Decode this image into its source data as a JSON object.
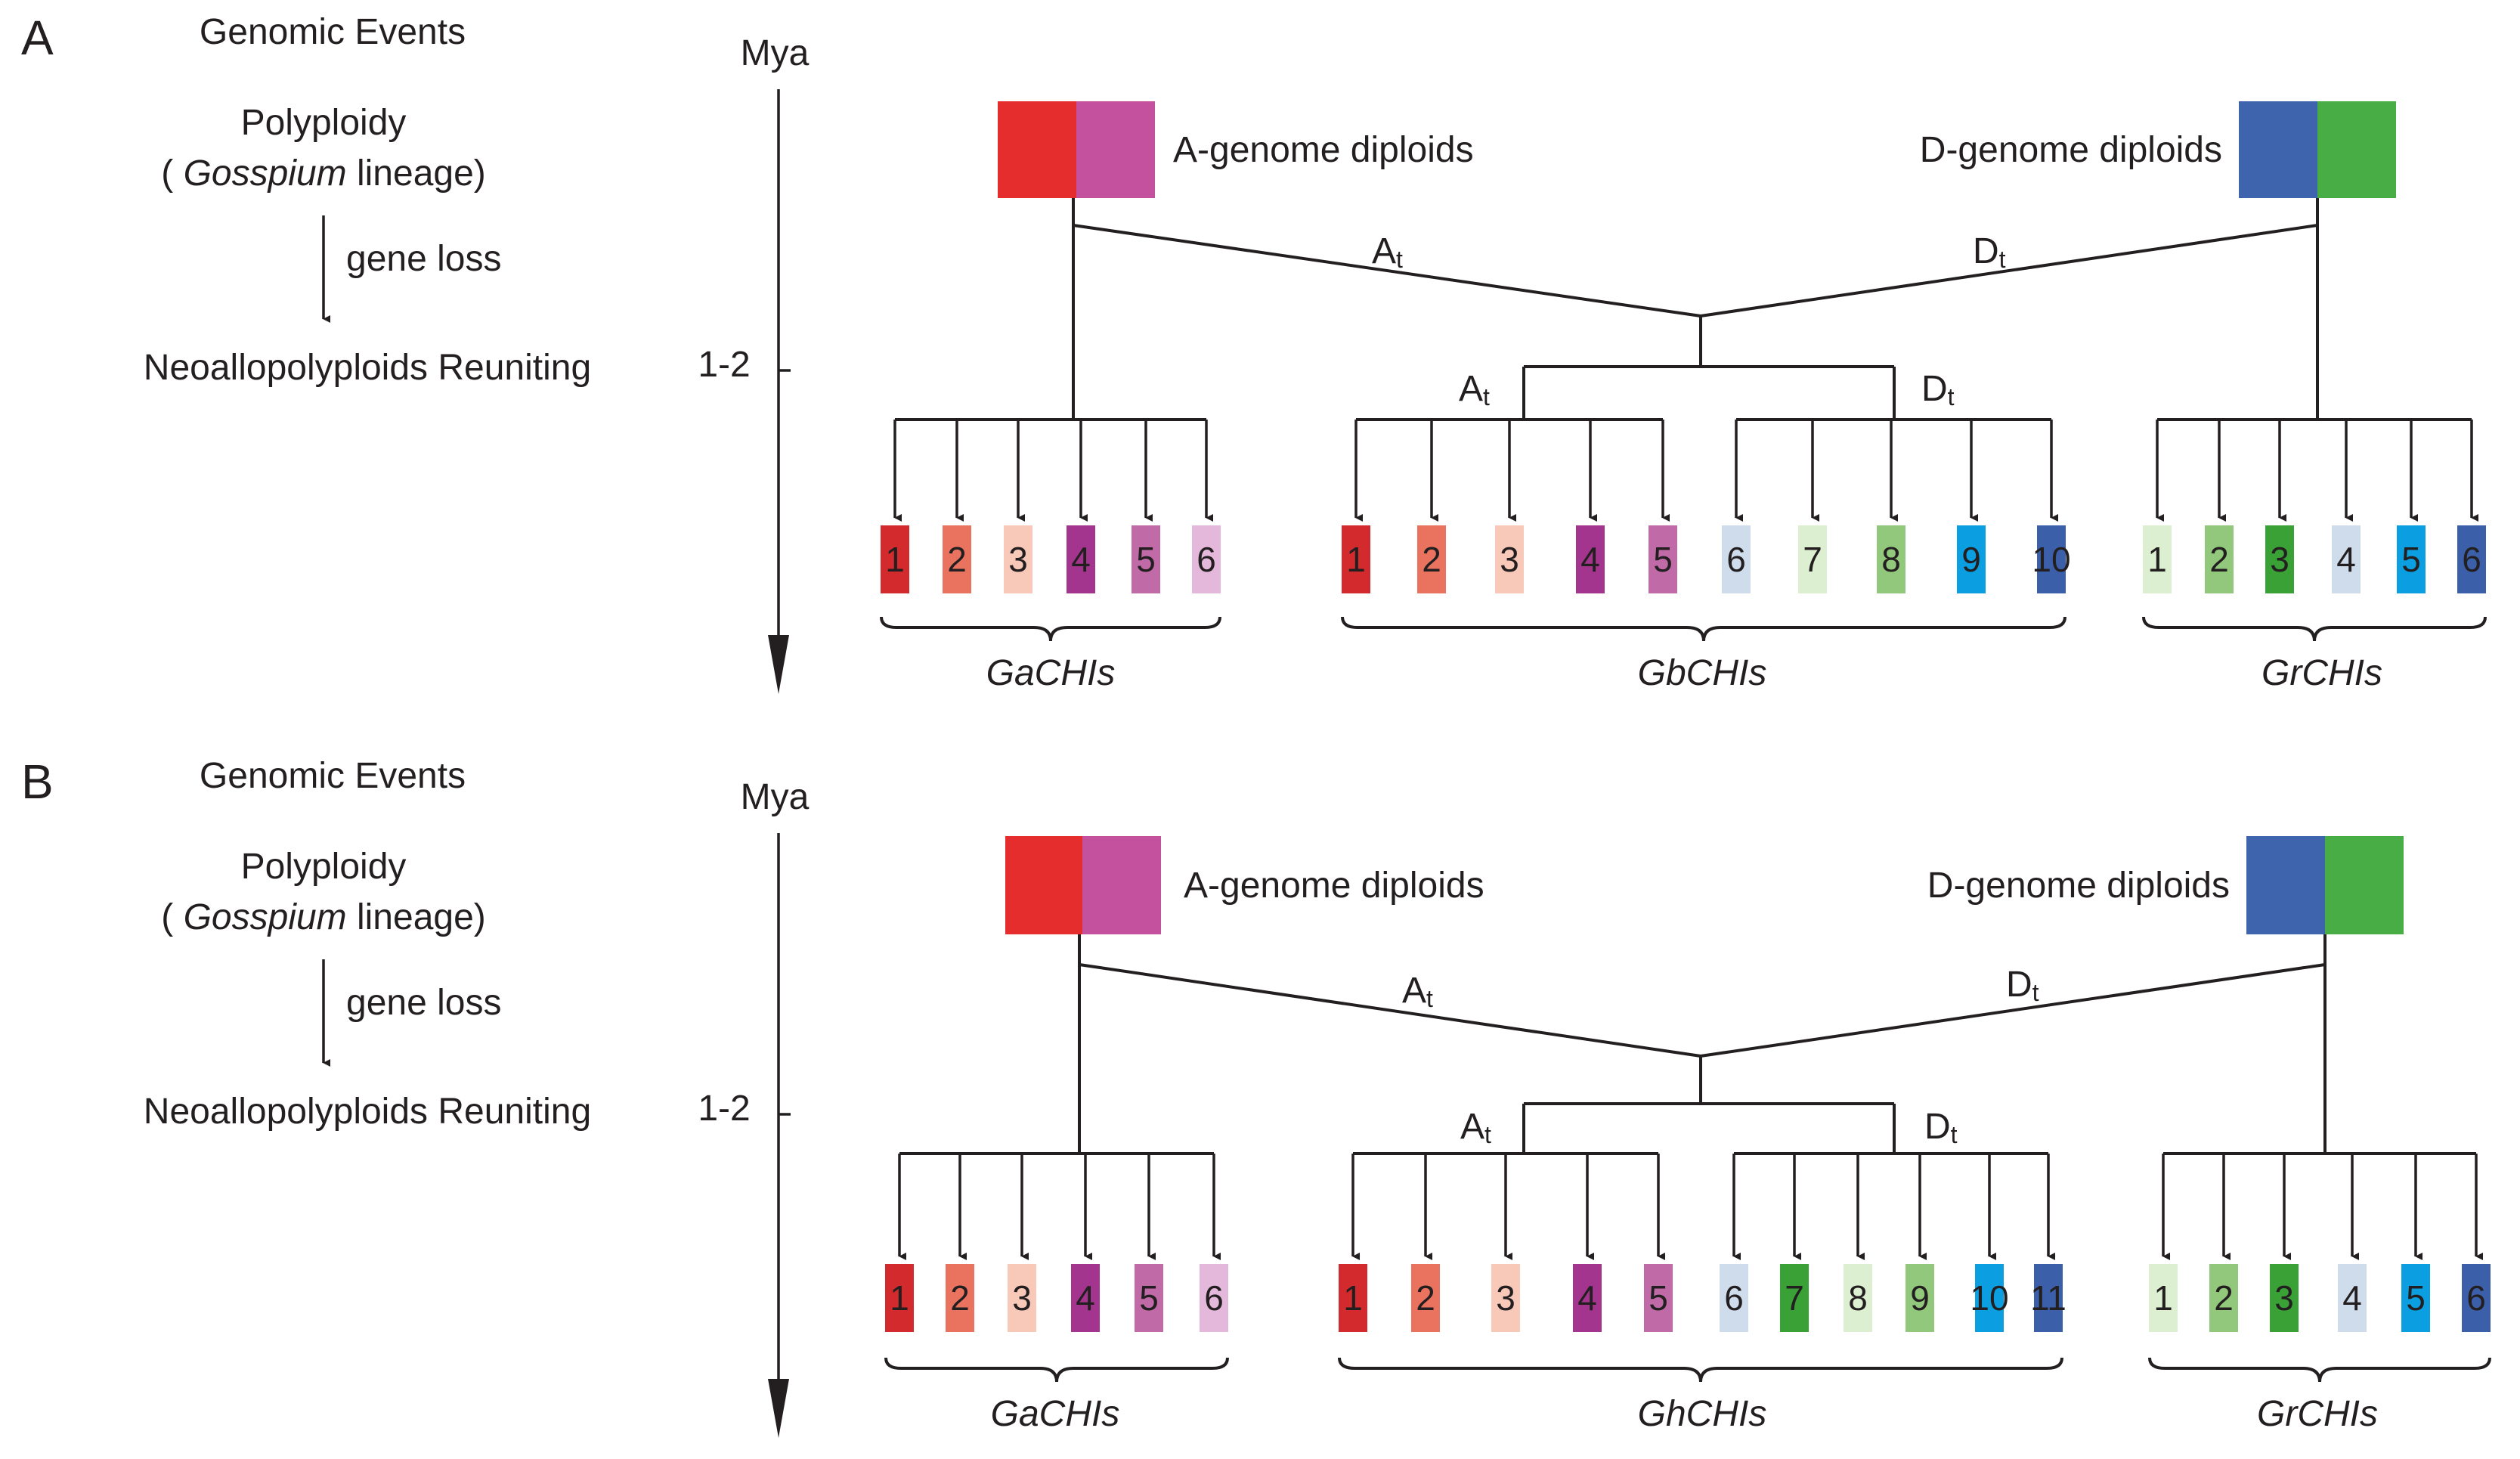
{
  "panels": [
    {
      "letter": "A",
      "events_heading": "Genomic  Events",
      "polyploidy": "Polyploidy",
      "lineage_open": "(",
      "lineage_genus": "Gosspium",
      "lineage_close": "lineage)",
      "gene_loss": "gene loss",
      "reuniting": "Neoallopolyploids Reuniting",
      "axis_label": "Mya",
      "axis_tick": "1-2",
      "a_parent": {
        "label": "A-genome diploids",
        "colors": [
          "#e52d2d",
          "#c4519e"
        ]
      },
      "d_parent": {
        "label": "D-genome diploids",
        "colors": [
          "#3d64ac",
          "#49ad45"
        ]
      },
      "at_label_top": "A",
      "at_sub_top": "t",
      "dt_label_top": "D",
      "dt_sub_top": "t",
      "at_label_mid": "A",
      "at_sub_mid": "t",
      "dt_label_mid": "D",
      "dt_sub_mid": "t",
      "groups": [
        {
          "name": "GaCHIs",
          "genes": [
            {
              "n": "1",
              "color": "#d32a2e"
            },
            {
              "n": "2",
              "color": "#ea7360"
            },
            {
              "n": "3",
              "color": "#f8c8b8"
            },
            {
              "n": "4",
              "color": "#a4358e"
            },
            {
              "n": "5",
              "color": "#c06aa8"
            },
            {
              "n": "6",
              "color": "#e4b8da"
            }
          ]
        },
        {
          "name": "GbCHIs",
          "genes": [
            {
              "n": "1",
              "color": "#d32a2e"
            },
            {
              "n": "2",
              "color": "#ea7360"
            },
            {
              "n": "3",
              "color": "#f8c8b8"
            },
            {
              "n": "4",
              "color": "#a4358e"
            },
            {
              "n": "5",
              "color": "#c06aa8"
            },
            {
              "n": "6",
              "color": "#cfdcec"
            },
            {
              "n": "7",
              "color": "#dcefd0"
            },
            {
              "n": "8",
              "color": "#92c87b"
            },
            {
              "n": "9",
              "color": "#0b9ee0"
            },
            {
              "n": "10",
              "color": "#3b5fa8"
            }
          ]
        },
        {
          "name": "GrCHIs",
          "genes": [
            {
              "n": "1",
              "color": "#dcefd0"
            },
            {
              "n": "2",
              "color": "#92c87b"
            },
            {
              "n": "3",
              "color": "#3aa136"
            },
            {
              "n": "4",
              "color": "#cfdcec"
            },
            {
              "n": "5",
              "color": "#0b9ee0"
            },
            {
              "n": "6",
              "color": "#3b5fa8"
            }
          ]
        }
      ]
    },
    {
      "letter": "B",
      "events_heading": "Genomic  Events",
      "polyploidy": "Polyploidy",
      "lineage_open": "(",
      "lineage_genus": "Gosspium",
      "lineage_close": "lineage)",
      "gene_loss": "gene loss",
      "reuniting": "Neoallopolyploids Reuniting",
      "axis_label": "Mya",
      "axis_tick": "1-2",
      "a_parent": {
        "label": "A-genome diploids",
        "colors": [
          "#e52d2d",
          "#c4519e"
        ]
      },
      "d_parent": {
        "label": "D-genome diploids",
        "colors": [
          "#3d64ac",
          "#49ad45"
        ]
      },
      "at_label_top": "A",
      "at_sub_top": "t",
      "dt_label_top": "D",
      "dt_sub_top": "t",
      "at_label_mid": "A",
      "at_sub_mid": "t",
      "dt_label_mid": "D",
      "dt_sub_mid": "t",
      "groups": [
        {
          "name": "GaCHIs",
          "genes": [
            {
              "n": "1",
              "color": "#d32a2e"
            },
            {
              "n": "2",
              "color": "#ea7360"
            },
            {
              "n": "3",
              "color": "#f8c8b8"
            },
            {
              "n": "4",
              "color": "#a4358e"
            },
            {
              "n": "5",
              "color": "#c06aa8"
            },
            {
              "n": "6",
              "color": "#e4b8da"
            }
          ]
        },
        {
          "name": "GhCHIs",
          "genes": [
            {
              "n": "1",
              "color": "#d32a2e"
            },
            {
              "n": "2",
              "color": "#ea7360"
            },
            {
              "n": "3",
              "color": "#f8c8b8"
            },
            {
              "n": "4",
              "color": "#a4358e"
            },
            {
              "n": "5",
              "color": "#c06aa8"
            },
            {
              "n": "6",
              "color": "#cfdcec"
            },
            {
              "n": "7",
              "color": "#3aa136"
            },
            {
              "n": "8",
              "color": "#dcefd0"
            },
            {
              "n": "9",
              "color": "#92c87b"
            },
            {
              "n": "10",
              "color": "#0b9ee0"
            },
            {
              "n": "11",
              "color": "#3b5fa8"
            }
          ]
        },
        {
          "name": "GrCHIs",
          "genes": [
            {
              "n": "1",
              "color": "#dcefd0"
            },
            {
              "n": "2",
              "color": "#92c87b"
            },
            {
              "n": "3",
              "color": "#3aa136"
            },
            {
              "n": "4",
              "color": "#cfdcec"
            },
            {
              "n": "5",
              "color": "#0b9ee0"
            },
            {
              "n": "6",
              "color": "#3b5fa8"
            }
          ]
        }
      ]
    }
  ]
}
